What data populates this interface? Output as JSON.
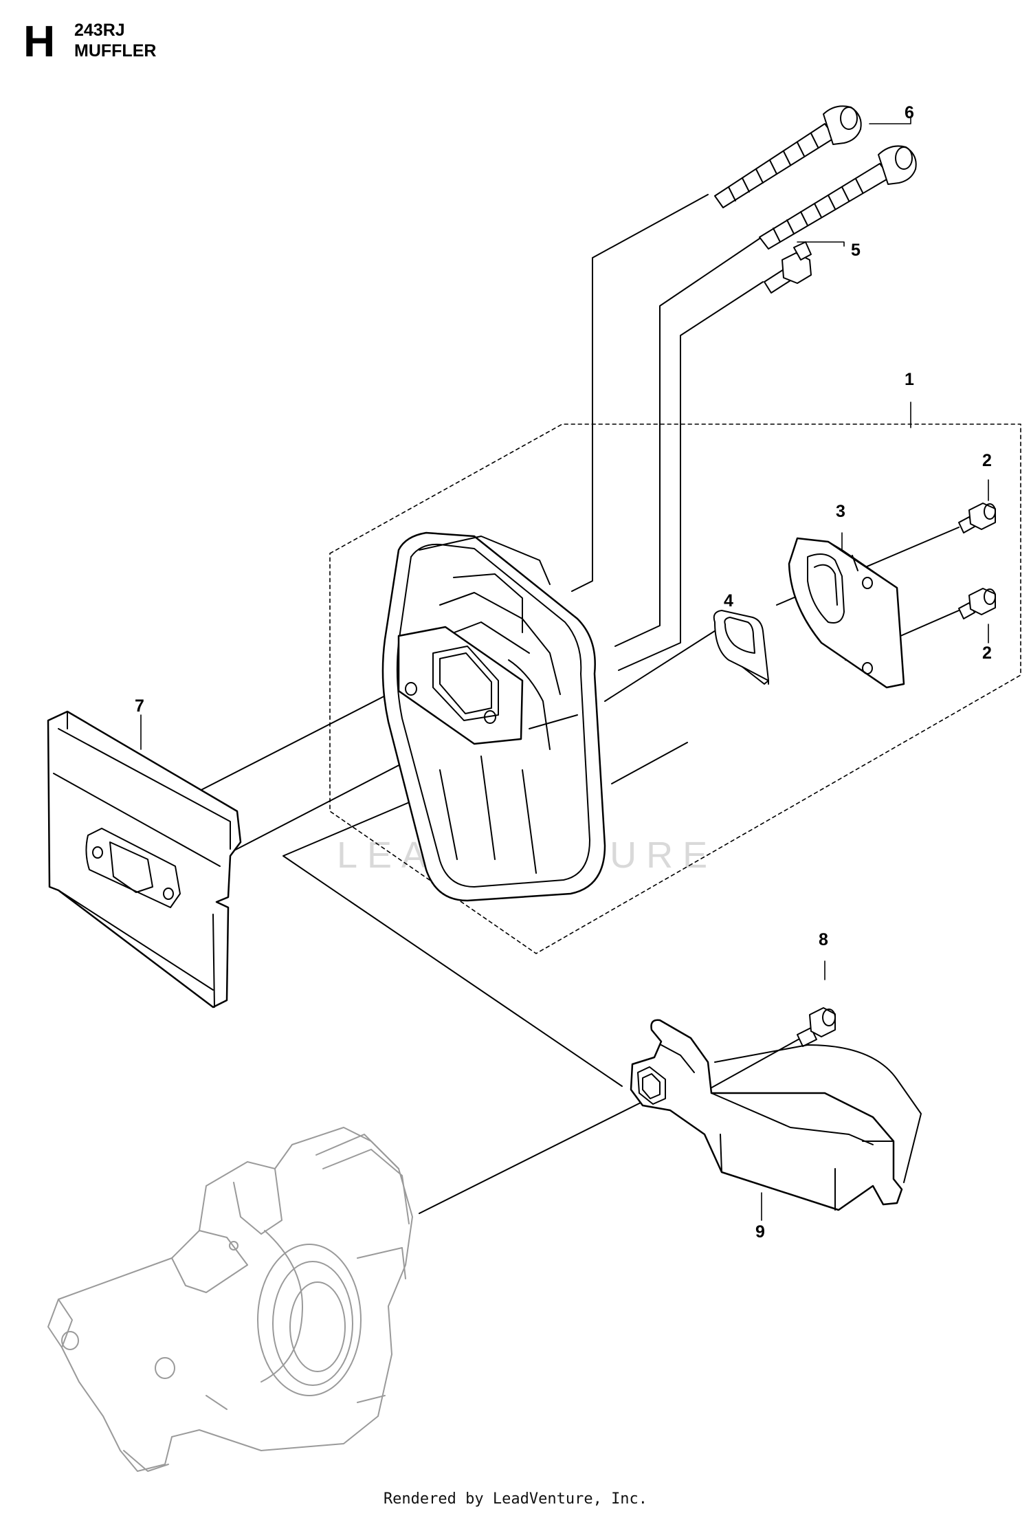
{
  "header": {
    "section": "H",
    "model": "243RJ",
    "title": "MUFFLER"
  },
  "callouts": [
    {
      "id": "c1",
      "label": "1"
    },
    {
      "id": "c2a",
      "label": "2"
    },
    {
      "id": "c2b",
      "label": "2"
    },
    {
      "id": "c3",
      "label": "3"
    },
    {
      "id": "c4",
      "label": "4"
    },
    {
      "id": "c5",
      "label": "5"
    },
    {
      "id": "c6",
      "label": "6"
    },
    {
      "id": "c7",
      "label": "7"
    },
    {
      "id": "c8",
      "label": "8"
    },
    {
      "id": "c9",
      "label": "9"
    }
  ],
  "watermark": "LEADVENTURE",
  "footer": "Rendered by LeadVenture, Inc.",
  "colors": {
    "line": "#000000",
    "faded_part": "#9a9a9a",
    "watermark": "#d9d9d9"
  }
}
